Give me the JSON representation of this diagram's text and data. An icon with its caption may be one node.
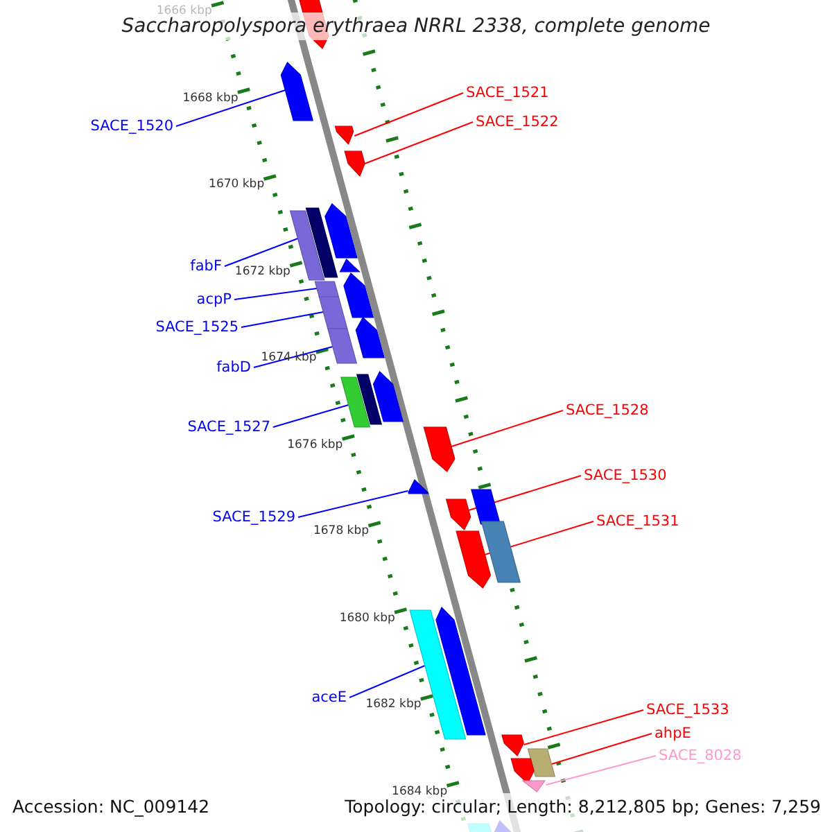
{
  "diagram": {
    "title": "Saccharopolyspora erythraea NRRL 2338, complete genome",
    "nodes": [
      {
        "text": [],
        "shape": "pentagon"
      },
      {
        "text": [],
        "shape": "pentagon"
      },
      {
        "text": [
          "SACE_1521"
        ]
      },
      {
        "text": [
          "SACE_1522"
        ]
      },
      {
        "text": [
          "SACE_1520"
        ]
      },
      {
        "text": [],
        "shape": "pentagon"
      },
      {
        "text": [],
        "shape": "pentagon"
      },
      {
        "text": [],
        "shape": "pentagon"
      },
      {
        "text": [],
        "shape": "bar"
      },
      {
        "text": [],
        "shape": "bar"
      },
      {
        "text": [],
        "shape": "pentagon"
      },
      {
        "text": [
          "fabF"
        ]
      },
      {
        "text": [],
        "shape": "bar"
      },
      {
        "text": [],
        "shape": "pentagon"
      },
      {
        "text": [
          "acpP"
        ]
      },
      {
        "text": [],
        "shape": "bar"
      },
      {
        "text": [
          "SACE_1525"
        ]
      },
      {
        "text": [],
        "shape": "pentagon"
      },
      {
        "text": [],
        "shape": "bar"
      },
      {
        "text": [
          "fabD"
        ]
      },
      {
        "text": [],
        "shape": "pentagon"
      },
      {
        "text": [],
        "shape": "bar"
      },
      {
        "text": [],
        "shape": "bar"
      },
      {
        "text": [
          "SACE_1528"
        ]
      },
      {
        "text": [],
        "shape": "pentagon"
      },
      {
        "text": [
          "SACE_1527"
        ]
      },
      {
        "text": [],
        "shape": "pentagon"
      },
      {
        "text": [
          "SACE_1530"
        ]
      },
      {
        "text": [],
        "shape": "bar"
      },
      {
        "text": [],
        "shape": "pentagon"
      },
      {
        "text": [
          "SACE_1529"
        ]
      },
      {
        "text": [
          "SACE_1531"
        ]
      },
      {
        "text": [],
        "shape": "pentagon"
      },
      {
        "text": [],
        "shape": "bar"
      },
      {
        "text": [],
        "shape": "bar"
      },
      {
        "text": [],
        "shape": "pentagon"
      },
      {
        "text": [
          "aceE"
        ]
      },
      {
        "text": [
          "SACE_1533"
        ]
      },
      {
        "text": [],
        "shape": "pentagon"
      },
      {
        "text": [],
        "shape": "bar"
      },
      {
        "text": [
          "ahpE"
        ]
      },
      {
        "text": [],
        "shape": "pentagon"
      },
      {
        "text": [
          "SACE_8028"
        ]
      },
      {
        "text": [],
        "shape": "pentagon"
      },
      {
        "text": [],
        "shape": "bar"
      },
      {
        "text": [],
        "shape": "pentagon"
      }
    ],
    "edges": [
      {
        "from": 2,
        "to": 5,
        "arrow": "none",
        "color": "#ff0000"
      },
      {
        "from": 4,
        "to": 1,
        "arrow": "none"
      },
      {
        "from": 3,
        "to": 6,
        "arrow": "none",
        "color": "#ff0000"
      },
      {
        "from": 11,
        "to": 8,
        "arrow": "none"
      },
      {
        "from": 14,
        "to": 12,
        "arrow": "none"
      },
      {
        "from": 16,
        "to": 15,
        "arrow": "none"
      },
      {
        "from": 19,
        "to": 18,
        "arrow": "none"
      },
      {
        "from": 23,
        "to": 24,
        "arrow": "none",
        "color": "#ff0000"
      },
      {
        "from": 25,
        "to": 21,
        "arrow": "none"
      },
      {
        "from": 27,
        "to": 29,
        "arrow": "none",
        "color": "#ff0000"
      },
      {
        "from": 30,
        "to": 26,
        "arrow": "none"
      },
      {
        "from": 31,
        "to": 32,
        "arrow": "none",
        "color": "#ff0000"
      },
      {
        "from": 36,
        "to": 34,
        "arrow": "none"
      },
      {
        "from": 37,
        "to": 38,
        "arrow": "none",
        "color": "#ff0000"
      },
      {
        "from": 40,
        "to": 41,
        "arrow": "none",
        "color": "#ff0000"
      },
      {
        "from": 42,
        "to": 43,
        "arrow": "none",
        "color": "#ff99cc"
      }
    ],
    "labels": [
      "1666 kbp",
      "1668 kbp",
      "1670 kbp",
      "1672 kbp",
      "1674 kbp",
      "1676 kbp",
      "1678 kbp",
      "1680 kbp",
      "1682 kbp",
      "1684 kbp",
      "Accession: NC_009142",
      "Topology: circular; Length: 8,212,805 bp; Genes: 7,259"
    ]
  }
}
